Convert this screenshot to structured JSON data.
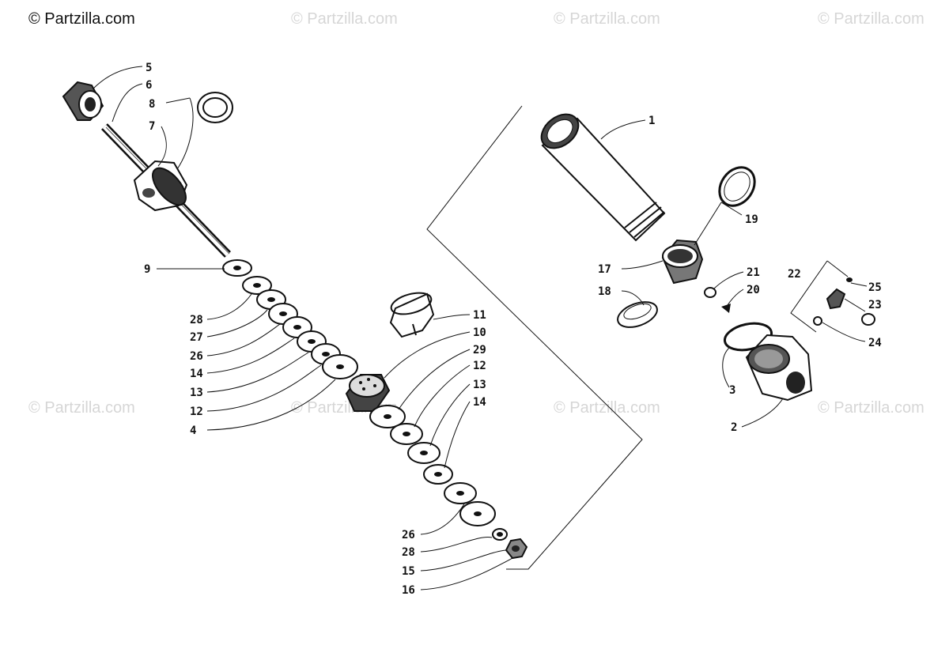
{
  "watermarks": {
    "main": "© Partzilla.com",
    "faded": "© Partzilla.com"
  },
  "callouts": [
    "1",
    "2",
    "3",
    "4",
    "5",
    "6",
    "7",
    "8",
    "9",
    "10",
    "11",
    "12",
    "13",
    "14",
    "15",
    "16",
    "17",
    "18",
    "19",
    "20",
    "21",
    "22",
    "23",
    "24",
    "25",
    "26",
    "27",
    "28",
    "29"
  ],
  "colors": {
    "ink": "#111111",
    "watermark": "#d6d6d6",
    "background": "#ffffff"
  }
}
